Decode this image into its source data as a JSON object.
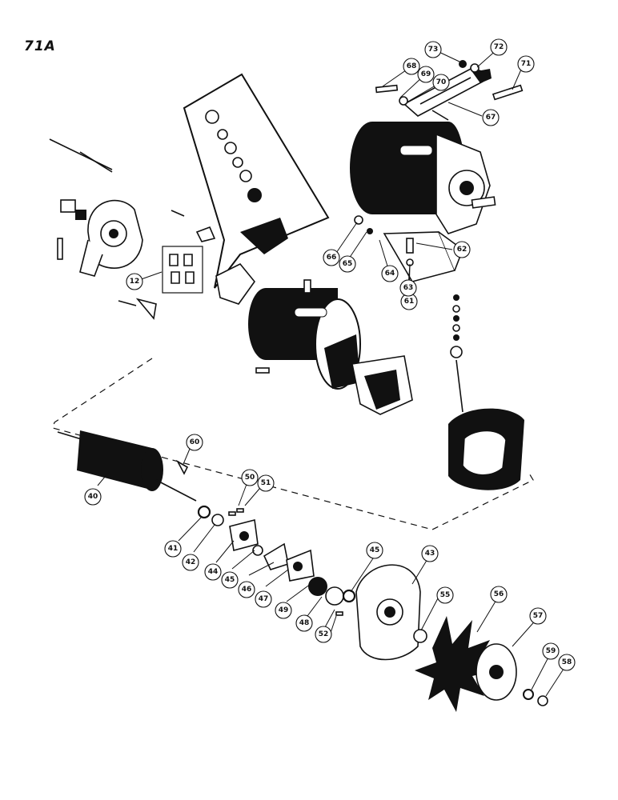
{
  "page_number": "71A",
  "callouts": [
    {
      "id": "c12",
      "label": "12"
    },
    {
      "id": "c40",
      "label": "40"
    },
    {
      "id": "c41",
      "label": "41"
    },
    {
      "id": "c42",
      "label": "42"
    },
    {
      "id": "c43",
      "label": "43"
    },
    {
      "id": "c44",
      "label": "44"
    },
    {
      "id": "c45a",
      "label": "45"
    },
    {
      "id": "c45b",
      "label": "45"
    },
    {
      "id": "c46",
      "label": "46"
    },
    {
      "id": "c47",
      "label": "47"
    },
    {
      "id": "c48",
      "label": "48"
    },
    {
      "id": "c49",
      "label": "49"
    },
    {
      "id": "c50",
      "label": "50"
    },
    {
      "id": "c51",
      "label": "51"
    },
    {
      "id": "c52",
      "label": "52"
    },
    {
      "id": "c55",
      "label": "55"
    },
    {
      "id": "c56",
      "label": "56"
    },
    {
      "id": "c57",
      "label": "57"
    },
    {
      "id": "c58",
      "label": "58"
    },
    {
      "id": "c59",
      "label": "59"
    },
    {
      "id": "c60",
      "label": "60"
    },
    {
      "id": "c61",
      "label": "61"
    },
    {
      "id": "c62",
      "label": "62"
    },
    {
      "id": "c63",
      "label": "63"
    },
    {
      "id": "c64",
      "label": "64"
    },
    {
      "id": "c65",
      "label": "65"
    },
    {
      "id": "c66",
      "label": "66"
    },
    {
      "id": "c67",
      "label": "67"
    },
    {
      "id": "c68",
      "label": "68"
    },
    {
      "id": "c69",
      "label": "69"
    },
    {
      "id": "c70",
      "label": "70"
    },
    {
      "id": "c71",
      "label": "71"
    },
    {
      "id": "c72",
      "label": "72"
    },
    {
      "id": "c73",
      "label": "73"
    }
  ]
}
